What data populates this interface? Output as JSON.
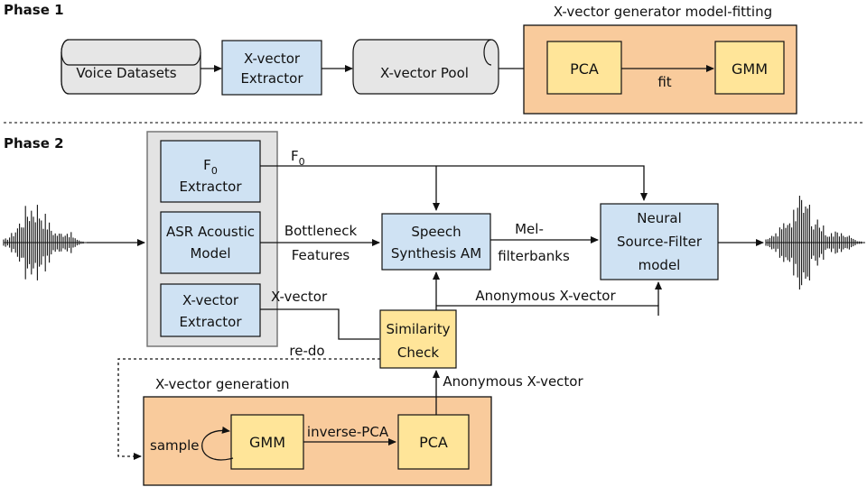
{
  "phase1": {
    "title": "Phase 1",
    "voice_datasets": "Voice Datasets",
    "xvector_extractor": [
      "X-vector",
      "Extractor"
    ],
    "xvector_pool": "X-vector Pool",
    "group_title": "X-vector generator model-fitting",
    "pca": "PCA",
    "fit": "fit",
    "gmm": "GMM"
  },
  "phase2": {
    "title": "Phase 2",
    "f0_extractor": {
      "main": "F",
      "sub": "0",
      "line2": "Extractor"
    },
    "asr_model": [
      "ASR Acoustic",
      "Model"
    ],
    "xvector_extractor": [
      "X-vector",
      "Extractor"
    ],
    "speech_synthesis": [
      "Speech",
      "Synthesis AM"
    ],
    "neural_source_filter": [
      "Neural",
      "Source-Filter",
      "model"
    ],
    "similarity_check": [
      "Similarity",
      "Check"
    ],
    "labels": {
      "f0": {
        "main": "F",
        "sub": "0"
      },
      "bottleneck": [
        "Bottleneck",
        "Features"
      ],
      "mel": [
        "Mel-",
        "filterbanks"
      ],
      "xvector": "X-vector",
      "anonymous_xvector_top": "Anonymous X-vector",
      "redo": "re-do",
      "anonymous_xvector_bottom": "Anonymous X-vector"
    },
    "generation_title": "X-vector generation",
    "sample": "sample",
    "gmm": "GMM",
    "inverse_pca": "inverse-PCA",
    "pca": "PCA"
  },
  "colors": {
    "blue_box": "#cfe2f3",
    "yellow_box": "#ffe599",
    "orange_group": "#f9cb9c",
    "gray_panel": "#e3e3e3",
    "cylinder": "#e6e6e6"
  }
}
